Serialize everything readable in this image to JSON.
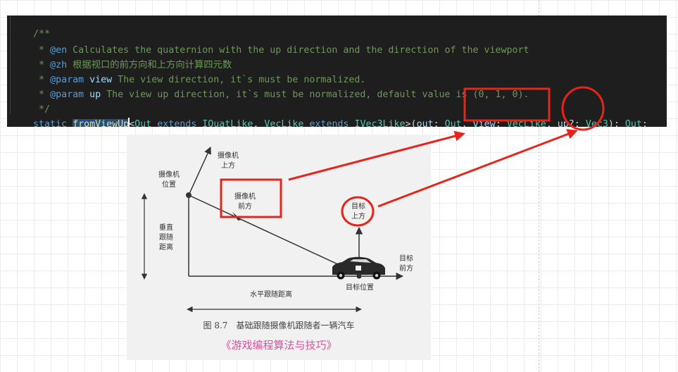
{
  "editor": {
    "lines": {
      "comment_open": "/**",
      "en_tag": "@en",
      "en_text": " Calculates the quaternion with the up direction and the direction of the viewport",
      "zh_tag": "@zh",
      "zh_text": " 根据视口的前方向和上方向计算四元数",
      "param_tag": "@param",
      "param1_name": "view",
      "param1_text": " The view direction, it`s must be normalized.",
      "param2_name": "up",
      "param2_text": " The view up direction, it`s must be normalized, default value is (0, 1, 0).",
      "comment_close": " */",
      "star": " * ",
      "next_comment": "/**"
    },
    "signature": {
      "static_kw": "static",
      "fn_name": "fromViewUp",
      "lt": "<",
      "out_type_param": "Out",
      "extends_kw": "extends",
      "iquat": "IQuatLike",
      "comma_space": ", ",
      "vec_like": "VecLike",
      "ivec3": "IVec3Like",
      "gt_paren": ">(",
      "out_param": "out",
      "colon_space": ": ",
      "out_type": "Out",
      "view_param": "view",
      "view_type": "VecLike",
      "up_param": "up",
      "optional_colon": "?: ",
      "vec3_type": "Vec3",
      "close_ret": "): ",
      "ret_type": "Out",
      "semicolon": ";"
    }
  },
  "figure": {
    "label_camera_up": "摄像机\n上方",
    "label_camera_pos": "摄像机\n位置",
    "label_camera_forward": "摄像机\n前方",
    "label_vertical": "垂直\n跟随\n距离",
    "label_target_up": "目标\n上方",
    "label_target_forward": "目标\n前方",
    "label_target_pos": "目标位置",
    "label_horizontal": "水平跟随距离",
    "caption": "图 8.7　基础跟随摄像机跟随者一辆汽车",
    "source": "《游戏编程算法与技巧》"
  },
  "annotations": {
    "color": "#e8231a"
  },
  "theme": {
    "editor_bg": "#1e1e1e",
    "comment": "#6a9955",
    "keyword": "#569cd6",
    "function": "#dcdcaa",
    "type": "#4ec9b0",
    "param": "#9cdcfe"
  }
}
